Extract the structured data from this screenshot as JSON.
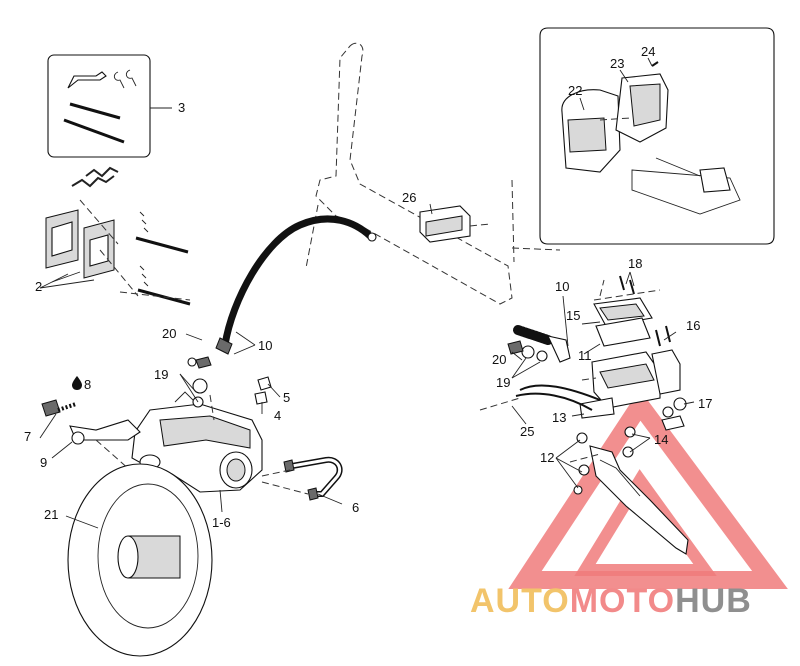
{
  "callouts": [
    {
      "id": "c3",
      "text": "3"
    },
    {
      "id": "c2",
      "text": "2"
    },
    {
      "id": "c20a",
      "text": "20"
    },
    {
      "id": "c10a",
      "text": "10"
    },
    {
      "id": "c19a",
      "text": "19"
    },
    {
      "id": "c8",
      "text": "8"
    },
    {
      "id": "c5",
      "text": "5"
    },
    {
      "id": "c4",
      "text": "4"
    },
    {
      "id": "c7",
      "text": "7"
    },
    {
      "id": "c9",
      "text": "9"
    },
    {
      "id": "c16b",
      "text": "1-6"
    },
    {
      "id": "c6",
      "text": "6"
    },
    {
      "id": "c21",
      "text": "21"
    },
    {
      "id": "c26",
      "text": "26"
    },
    {
      "id": "c10b",
      "text": "10"
    },
    {
      "id": "c18",
      "text": "18"
    },
    {
      "id": "c15",
      "text": "15"
    },
    {
      "id": "c16",
      "text": "16"
    },
    {
      "id": "c20b",
      "text": "20"
    },
    {
      "id": "c11",
      "text": "11"
    },
    {
      "id": "c19b",
      "text": "19"
    },
    {
      "id": "c17",
      "text": "17"
    },
    {
      "id": "c13",
      "text": "13"
    },
    {
      "id": "c14",
      "text": "14"
    },
    {
      "id": "c25",
      "text": "25"
    },
    {
      "id": "c12",
      "text": "12"
    },
    {
      "id": "c22",
      "text": "22"
    },
    {
      "id": "c23",
      "text": "23"
    },
    {
      "id": "c24",
      "text": "24"
    }
  ],
  "watermark": {
    "part1": "AUTO",
    "part2": "MOTO",
    "part3": "HUB",
    "colors": {
      "auto": "#f2c46b",
      "moto": "#f28a8a",
      "hub": "#8f8f8f",
      "triangle": "#f07b7b"
    }
  },
  "icons": {
    "oil_drop": "oil-drop-icon"
  }
}
